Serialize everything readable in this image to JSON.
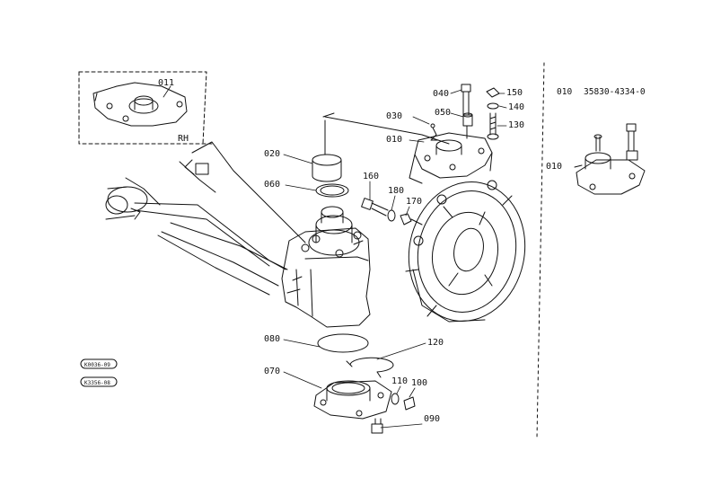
{
  "callouts": {
    "p011": "011",
    "rh": "RH",
    "p020": "020",
    "p060": "060",
    "p080": "080",
    "p070": "070",
    "p120": "120",
    "p110": "110",
    "p100": "100",
    "p090": "090",
    "p160": "160",
    "p180": "180",
    "p170": "170",
    "p040": "040",
    "p050": "050",
    "p030": "030",
    "p010": "010",
    "p150": "150",
    "p140": "140",
    "p130": "130",
    "p010_side": "010"
  },
  "side_panel": {
    "ref_code": "010",
    "part_number": "35830-4334-0"
  },
  "stamps": [
    "K0036-09",
    "K3356-08"
  ]
}
